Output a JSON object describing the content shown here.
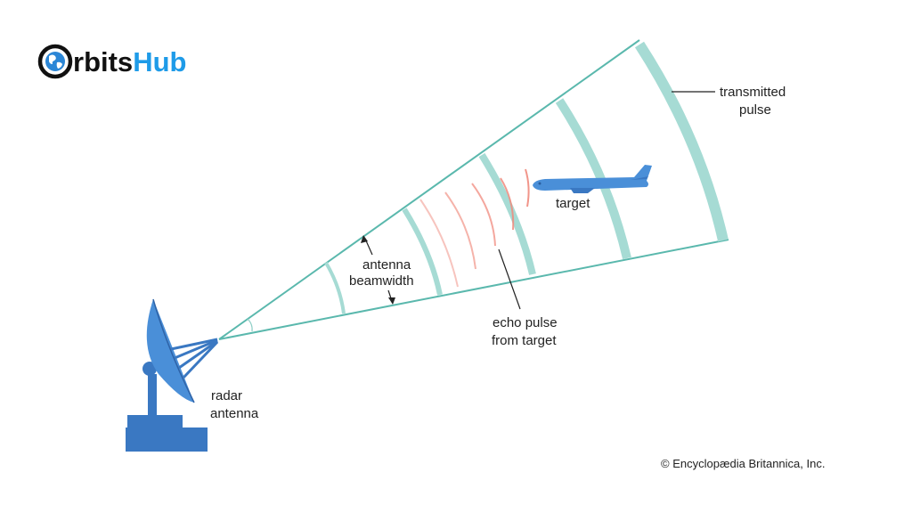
{
  "logo": {
    "text_dark": "rbits",
    "text_accent": "Hub",
    "icon": "globe-icon",
    "colors": {
      "dark": "#111111",
      "accent": "#1e9be8",
      "globe": "#2b86d6"
    }
  },
  "labels": {
    "transmitted_pulse": [
      "transmitted",
      "pulse"
    ],
    "target": "target",
    "antenna_beamwidth": [
      "antenna",
      "beamwidth"
    ],
    "echo_pulse": [
      "echo pulse",
      "from target"
    ],
    "radar_antenna": [
      "radar",
      "antenna"
    ]
  },
  "credit": "© Encyclopædia Britannica, Inc.",
  "colors": {
    "beam": "#5ab8ad",
    "pulse": "#9fd6cf",
    "echo": "#f08a7d",
    "antenna": "#3a78c2",
    "plane": "#4a8fd8"
  }
}
